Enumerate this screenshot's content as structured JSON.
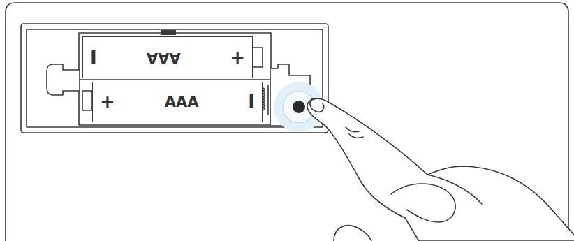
{
  "diagram": {
    "nodes": [
      {
        "text": [
          "I",
          "AAA",
          "+"
        ]
      },
      {
        "text": [
          "+",
          "AAA",
          "I"
        ]
      }
    ]
  }
}
